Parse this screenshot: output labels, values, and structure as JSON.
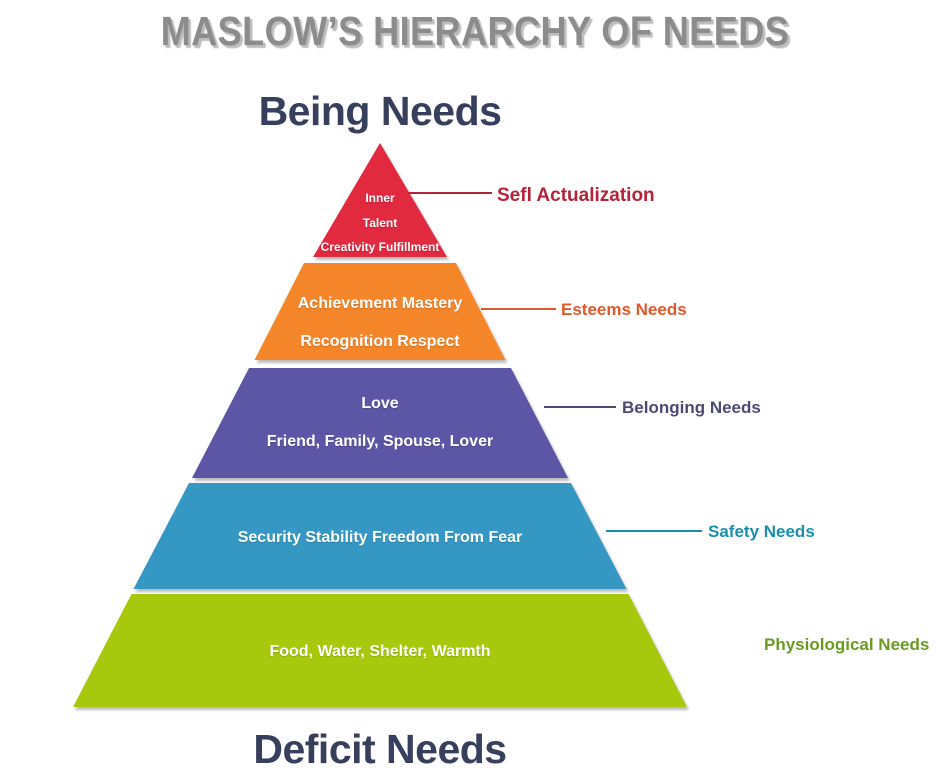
{
  "titles": {
    "main": "MASLOW’S HIERARCHY OF NEEDS",
    "top_group": "Being Needs",
    "bottom_group": "Deficit Needs"
  },
  "chart_data": {
    "type": "pyramid",
    "title": "MASLOW’S HIERARCHY OF NEEDS",
    "group_top": "Being Needs",
    "group_bottom": "Deficit Needs",
    "levels": [
      {
        "rank": 5,
        "label": "Sefl Actualization",
        "color": "#e1293f",
        "label_color": "#b4233a",
        "lines": [
          "Inner",
          "Talent",
          "Creativity Fulfillment"
        ],
        "has_connector": true
      },
      {
        "rank": 4,
        "label": "Esteems Needs",
        "color": "#f5862b",
        "label_color": "#e0592a",
        "lines": [
          "Achievement Mastery",
          "Recognition Respect"
        ],
        "has_connector": true
      },
      {
        "rank": 3,
        "label": "Belonging Needs",
        "color": "#5d57a6",
        "label_color": "#4b4a72",
        "lines": [
          "Love",
          "Friend, Family, Spouse, Lover"
        ],
        "has_connector": true
      },
      {
        "rank": 2,
        "label": "Safety Needs",
        "color": "#3498c4",
        "label_color": "#1a8fad",
        "lines": [
          "Security Stability Freedom From Fear"
        ],
        "has_connector": true
      },
      {
        "rank": 1,
        "label": "Physiological Needs",
        "color": "#a8c808",
        "label_color": "#6a9a1f",
        "lines": [
          "Food, Water, Shelter, Warmth"
        ],
        "has_connector": false
      }
    ]
  },
  "tiers": {
    "t5": {
      "l0": "Inner",
      "l1": "Talent",
      "l2": "Creativity Fulfillment",
      "label": "Sefl Actualization"
    },
    "t4": {
      "l0": "Achievement Mastery",
      "l1": "Recognition Respect",
      "label": "Esteems Needs"
    },
    "t3": {
      "l0": "Love",
      "l1": "Friend, Family, Spouse, Lover",
      "label": "Belonging Needs"
    },
    "t2": {
      "l0": "Security Stability Freedom From Fear",
      "label": "Safety Needs"
    },
    "t1": {
      "l0": "Food, Water, Shelter, Warmth",
      "label": "Physiological Needs"
    }
  },
  "colors": {
    "tier5": "#e1293f",
    "tier4": "#f5862b",
    "tier3": "#5d57a6",
    "tier2": "#3498c4",
    "tier1": "#a8c808",
    "title_gray": "#8c8c8c",
    "group_navy": "#373f5e"
  }
}
